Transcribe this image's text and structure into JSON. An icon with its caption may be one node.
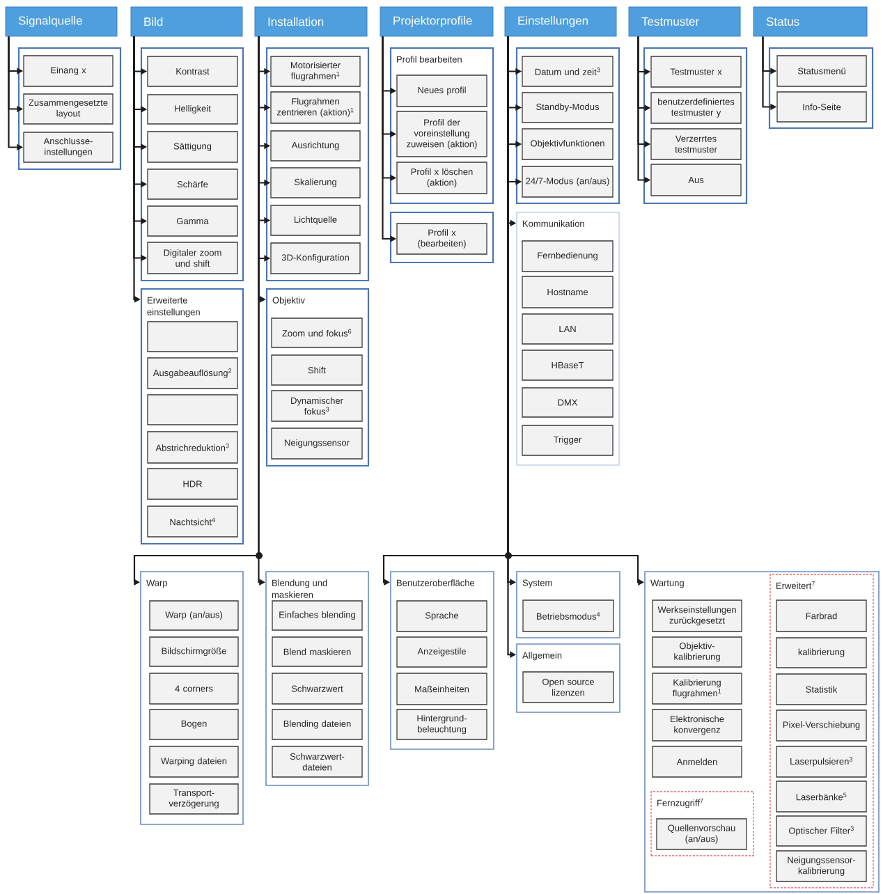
{
  "diagram": {
    "nodes": [
      {
        "text": [
          "Signalquelle"
        ]
      },
      {
        "text": [
          "Bild"
        ]
      },
      {
        "text": [
          "Installation"
        ]
      },
      {
        "text": [
          "Projektorprofile"
        ]
      },
      {
        "text": [
          "Einstellungen"
        ]
      },
      {
        "text": [
          "Testmuster"
        ]
      },
      {
        "text": [
          "Status"
        ]
      },
      {
        "text": [],
        "shape": "box"
      },
      {
        "text": [
          "Einang x"
        ],
        "in": 7
      },
      {
        "text": [
          "Zusammengesetzte layout"
        ],
        "in": 7
      },
      {
        "text": [
          "Anschlusse- instellungen"
        ],
        "in": 7
      },
      {
        "text": [],
        "shape": "box"
      },
      {
        "text": [
          "Kontrast"
        ],
        "in": 11
      },
      {
        "text": [
          "Helligkeit"
        ],
        "in": 11
      },
      {
        "text": [
          "Sättigung"
        ],
        "in": 11
      },
      {
        "text": [
          "Schärfe"
        ],
        "in": 11
      },
      {
        "text": [
          "Gamma"
        ],
        "in": 11
      },
      {
        "text": [
          "Digitaler zoom und shift"
        ],
        "in": 11
      },
      {
        "text": [
          "Erweiterte einstellungen"
        ]
      },
      {
        "text": [],
        "shape": "box",
        "in": 18
      },
      {
        "text": [
          "Ausgabeauflösung$^{2}$"
        ],
        "in": 18
      },
      {
        "text": [],
        "shape": "box",
        "in": 18
      },
      {
        "text": [
          "Abstrichreduktion$^{3}$"
        ],
        "in": 18
      },
      {
        "text": [
          "HDR"
        ],
        "in": 18
      },
      {
        "text": [
          "Nachtsicht$^{4}$"
        ],
        "in": 18
      },
      {
        "text": [],
        "shape": "box"
      },
      {
        "text": [
          "Motorisierter flugrahmen$^{1}$"
        ],
        "in": 25
      },
      {
        "text": [
          "Flugrahmen zentrieren (aktion)$^{1}$"
        ],
        "in": 25
      },
      {
        "text": [
          "Ausrichtung"
        ],
        "in": 25
      },
      {
        "text": [
          "Skalierung"
        ],
        "in": 25
      },
      {
        "text": [
          "Lichtquelle"
        ],
        "in": 25
      },
      {
        "text": [
          "3D-Konfiguration"
        ],
        "in": 25
      },
      {
        "text": [
          "Objektiv"
        ]
      },
      {
        "text": [
          "Zoom und fokus$^{6}$"
        ],
        "in": 32
      },
      {
        "text": [
          "Shift"
        ],
        "in": 32
      },
      {
        "text": [
          "Dynamischer fokus$^{3}$"
        ],
        "in": 32
      },
      {
        "text": [
          "Neigungssensor"
        ],
        "in": 32
      },
      {
        "text": [
          "Profil bearbeiten"
        ]
      },
      {
        "text": [
          "Neues profil"
        ],
        "in": 37
      },
      {
        "text": [
          "Profil der voreinstellung zuweisen (aktion)"
        ],
        "in": 37
      },
      {
        "text": [
          "Profil x löschen (aktion)"
        ],
        "in": 37
      },
      {
        "text": [],
        "shape": "box"
      },
      {
        "text": [
          "Profil x (bearbeiten)"
        ],
        "in": 41
      },
      {
        "text": [],
        "shape": "box"
      },
      {
        "text": [
          "Datum und zeit$^{3}$"
        ],
        "in": 43
      },
      {
        "text": [
          "Standby-Modus"
        ],
        "in": 43
      },
      {
        "text": [
          "Objektivfunktionen"
        ],
        "in": 43
      },
      {
        "text": [
          "24/7-Modus (an/aus)"
        ],
        "in": 43
      },
      {
        "text": [
          "Kommunikation"
        ]
      },
      {
        "text": [
          "Fernbedienung"
        ],
        "in": 48
      },
      {
        "text": [
          "Hostname"
        ],
        "in": 48
      },
      {
        "text": [
          "LAN"
        ],
        "in": 48
      },
      {
        "text": [
          "HBaseT"
        ],
        "in": 48
      },
      {
        "text": [
          "DMX"
        ],
        "in": 48
      },
      {
        "text": [
          "Trigger"
        ],
        "in": 48
      },
      {
        "text": [],
        "shape": "box"
      },
      {
        "text": [
          "Testmuster x"
        ],
        "in": 55
      },
      {
        "text": [
          "benutzerdefiniertes testmuster y"
        ],
        "in": 55
      },
      {
        "text": [
          "Verzerrtes testmuster"
        ],
        "in": 55
      },
      {
        "text": [
          "Aus"
        ],
        "in": 55
      },
      {
        "text": [],
        "shape": "box"
      },
      {
        "text": [
          "Statusmenü"
        ],
        "in": 60
      },
      {
        "text": [
          "Info-Seite"
        ],
        "in": 60
      },
      {
        "text": [
          "Warp"
        ]
      },
      {
        "text": [
          "Warp (an/aus)"
        ],
        "in": 63
      },
      {
        "text": [
          "Bildschirmgröße"
        ],
        "in": 63
      },
      {
        "text": [
          "4 corners"
        ],
        "in": 63
      },
      {
        "text": [
          "Bogen"
        ],
        "in": 63
      },
      {
        "text": [
          "Warping dateien"
        ],
        "in": 63
      },
      {
        "text": [
          "Transport- verzögerung"
        ],
        "in": 63
      },
      {
        "text": [
          "Blendung und maskieren"
        ]
      },
      {
        "text": [
          "Einfaches blending"
        ],
        "in": 70
      },
      {
        "text": [
          "Blend maskieren"
        ],
        "in": 70
      },
      {
        "text": [
          "Schwarzwert"
        ],
        "in": 70
      },
      {
        "text": [
          "Blending dateien"
        ],
        "in": 70
      },
      {
        "text": [
          "Schwarzwert- dateien"
        ],
        "in": 70
      },
      {
        "text": [
          "Benutzeroberfläche"
        ]
      },
      {
        "text": [
          "Sprache"
        ],
        "in": 76
      },
      {
        "text": [
          "Anzeigestile"
        ],
        "in": 76
      },
      {
        "text": [
          "Maßeinheiten"
        ],
        "in": 76
      },
      {
        "text": [
          "Hintergrund- beleuchtung"
        ],
        "in": 76
      },
      {
        "text": [
          "System"
        ]
      },
      {
        "text": [
          "Betriebsmodus$^{4}$"
        ],
        "in": 81
      },
      {
        "text": [
          "Allgemein"
        ]
      },
      {
        "text": [
          "Open source lizenzen"
        ],
        "in": 83
      },
      {
        "text": [
          "Wartung"
        ]
      },
      {
        "text": [
          "Werkseinstellungen zurückgesetzt"
        ],
        "in": 85
      },
      {
        "text": [
          "Objektiv- kalibrierung"
        ],
        "in": 85
      },
      {
        "text": [
          "Kalibrierung flugrahmen$^{1}$"
        ],
        "in": 85
      },
      {
        "text": [
          "Elektronische konvergenz"
        ],
        "in": 85
      },
      {
        "text": [
          "Anmelden"
        ],
        "in": 85
      },
      {
        "text": [
          "Fernzugriff$^{7}$"
        ],
        "in": 85
      },
      {
        "text": [
          "Quellenvorschau (an/aus)"
        ],
        "in": 91
      },
      {
        "text": [
          "Erweitert$^{7}$"
        ],
        "in": 85
      },
      {
        "text": [
          "Farbrad"
        ],
        "in": 93
      },
      {
        "text": [
          "kalibrierung"
        ],
        "in": 93
      },
      {
        "text": [
          "Statistik"
        ],
        "in": 93
      },
      {
        "text": [
          "Pixel-Verschiebung"
        ],
        "in": 93
      },
      {
        "text": [
          "Laserpulsieren$^{3}$"
        ],
        "in": 93
      },
      {
        "text": [
          "Laserbänke$^{5}$"
        ],
        "in": 93
      },
      {
        "text": [
          "Optischer Filter$^{3}$"
        ],
        "in": 93
      },
      {
        "text": [
          "Neigungssensor- kalibrierung"
        ],
        "in": 93
      }
    ],
    "edges": [
      {
        "from": 0,
        "to": 8,
        "arrow": "to"
      },
      {
        "from": 0,
        "to": 9,
        "arrow": "to"
      },
      {
        "from": 0,
        "to": 10,
        "arrow": "to"
      },
      {
        "from": 1,
        "to": 12,
        "arrow": "to"
      },
      {
        "from": 1,
        "to": 13,
        "arrow": "to"
      },
      {
        "from": 1,
        "to": 14,
        "arrow": "to"
      },
      {
        "from": 1,
        "to": 15,
        "arrow": "to"
      },
      {
        "from": 1,
        "to": 16,
        "arrow": "to"
      },
      {
        "from": 1,
        "to": 17,
        "arrow": "to"
      },
      {
        "from": 1,
        "to": 18,
        "arrow": "to"
      },
      {
        "from": 2,
        "to": 26,
        "arrow": "to"
      },
      {
        "from": 2,
        "to": 27,
        "arrow": "to"
      },
      {
        "from": 2,
        "to": 28,
        "arrow": "to"
      },
      {
        "from": 2,
        "to": 29,
        "arrow": "to"
      },
      {
        "from": 2,
        "to": 30,
        "arrow": "to"
      },
      {
        "from": 2,
        "to": 31,
        "arrow": "to"
      },
      {
        "from": 2,
        "to": 32,
        "arrow": "to"
      },
      {
        "from": 2,
        "to": 63,
        "arrow": "to"
      },
      {
        "from": 2,
        "to": 70,
        "arrow": "to"
      },
      {
        "from": 3,
        "to": 38,
        "arrow": "to"
      },
      {
        "from": 3,
        "to": 39,
        "arrow": "to"
      },
      {
        "from": 3,
        "to": 40,
        "arrow": "to"
      },
      {
        "from": 3,
        "to": 42,
        "arrow": "to"
      },
      {
        "from": 4,
        "to": 44,
        "arrow": "to"
      },
      {
        "from": 4,
        "to": 45,
        "arrow": "to"
      },
      {
        "from": 4,
        "to": 46,
        "arrow": "to"
      },
      {
        "from": 4,
        "to": 47,
        "arrow": "to"
      },
      {
        "from": 4,
        "to": 48,
        "arrow": "to"
      },
      {
        "from": 4,
        "to": 76,
        "arrow": "to"
      },
      {
        "from": 4,
        "to": 81,
        "arrow": "to"
      },
      {
        "from": 4,
        "to": 83,
        "arrow": "to"
      },
      {
        "from": 4,
        "to": 85,
        "arrow": "to"
      },
      {
        "from": 5,
        "to": 56,
        "arrow": "to"
      },
      {
        "from": 5,
        "to": 57,
        "arrow": "to"
      },
      {
        "from": 5,
        "to": 58,
        "arrow": "to"
      },
      {
        "from": 5,
        "to": 59,
        "arrow": "to"
      },
      {
        "from": 6,
        "to": 61,
        "arrow": "to"
      },
      {
        "from": 6,
        "to": 62,
        "arrow": "to"
      }
    ]
  }
}
